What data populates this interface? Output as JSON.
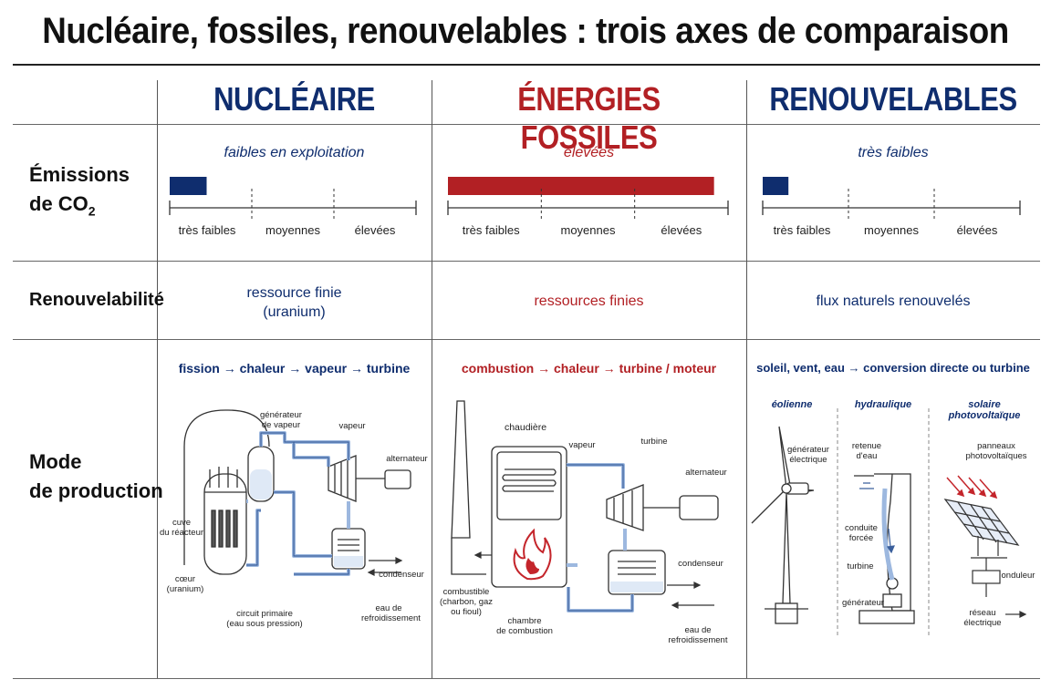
{
  "title": "Nucléaire, fossiles, renouvelables : trois axes de comparaison",
  "columns": {
    "nuclear": "NUCLÉAIRE",
    "fossil": "ÉNERGIES FOSSILES",
    "renewable": "RENOUVELABLES"
  },
  "rows": {
    "emissions_label_line1": "Émissions",
    "emissions_label_line2": "de CO",
    "emissions_label_sub": "2",
    "renew_label": "Renouvelabilité",
    "prod_label_line1": "Mode",
    "prod_label_line2": "de production"
  },
  "emissions": {
    "scale": [
      "très faibles",
      "moyennes",
      "élevées"
    ],
    "nuclear": {
      "text": "faibles en exploitation",
      "level": 0.15
    },
    "fossil": {
      "text": "élevées",
      "level": 1.0
    },
    "renewable": {
      "text": "très faibles",
      "level": 0.1
    }
  },
  "renewability": {
    "nuclear_line1": "ressource finie",
    "nuclear_line2": "(uranium)",
    "fossil": "ressources finies",
    "renewable": "flux naturels renouvelés"
  },
  "production": {
    "nuclear": {
      "caption": "fission → chaleur → vapeur → turbine",
      "labels": {
        "generator_steam_1": "générateur",
        "generator_steam_2": "de vapeur",
        "steam": "vapeur",
        "alternator": "alternateur",
        "vessel_1": "cuve",
        "vessel_2": "du réacteur",
        "core_1": "cœur",
        "core_2": "(uranium)",
        "condenser": "condenseur",
        "primary_1": "circuit primaire",
        "primary_2": "(eau sous pression)",
        "cooling_1": "eau de",
        "cooling_2": "refroidissement"
      }
    },
    "fossil": {
      "caption": "combustion → chaleur → turbine / moteur",
      "labels": {
        "boiler": "chaudière",
        "steam": "vapeur",
        "turbine": "turbine",
        "alternator": "alternateur",
        "condenser": "condenseur",
        "fuel_1": "combustible",
        "fuel_2": "(charbon, gaz",
        "fuel_3": "ou fioul)",
        "chamber_1": "chambre",
        "chamber_2": "de combustion",
        "cooling_1": "eau de",
        "cooling_2": "refroidissement"
      }
    },
    "renewable": {
      "caption": "soleil, vent, eau → conversion directe ou turbine",
      "sub": {
        "wind": "éolienne",
        "hydro": "hydraulique",
        "solar": "solaire photovoltaïque"
      },
      "labels": {
        "gen_1": "générateur",
        "gen_2": "électrique",
        "reservoir_1": "retenue",
        "reservoir_2": "d'eau",
        "penstock_1": "conduite",
        "penstock_2": "forcée",
        "turbine": "turbine",
        "generator": "générateur",
        "panels_1": "panneaux",
        "panels_2": "photovoltaïques",
        "inverter": "onduleur",
        "grid_1": "réseau",
        "grid_2": "électrique"
      }
    }
  },
  "colors": {
    "navy": "#0f2d6e",
    "red": "#b22024",
    "blue_pipe": "#9db8df"
  }
}
